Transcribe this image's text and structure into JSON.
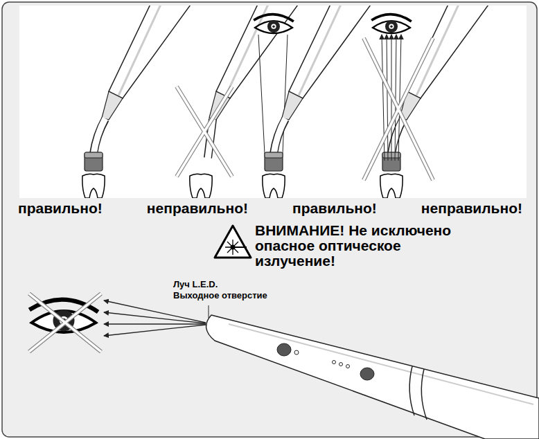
{
  "diagram": {
    "labels": [
      "правильно!",
      "неправильно!",
      "правильно!",
      "неправильно!",
      "ВНИМАНИЕ! Не исключено опасное оптическое излучение!",
      "Луч L.E.D.",
      "Выходное отверстие"
    ]
  }
}
